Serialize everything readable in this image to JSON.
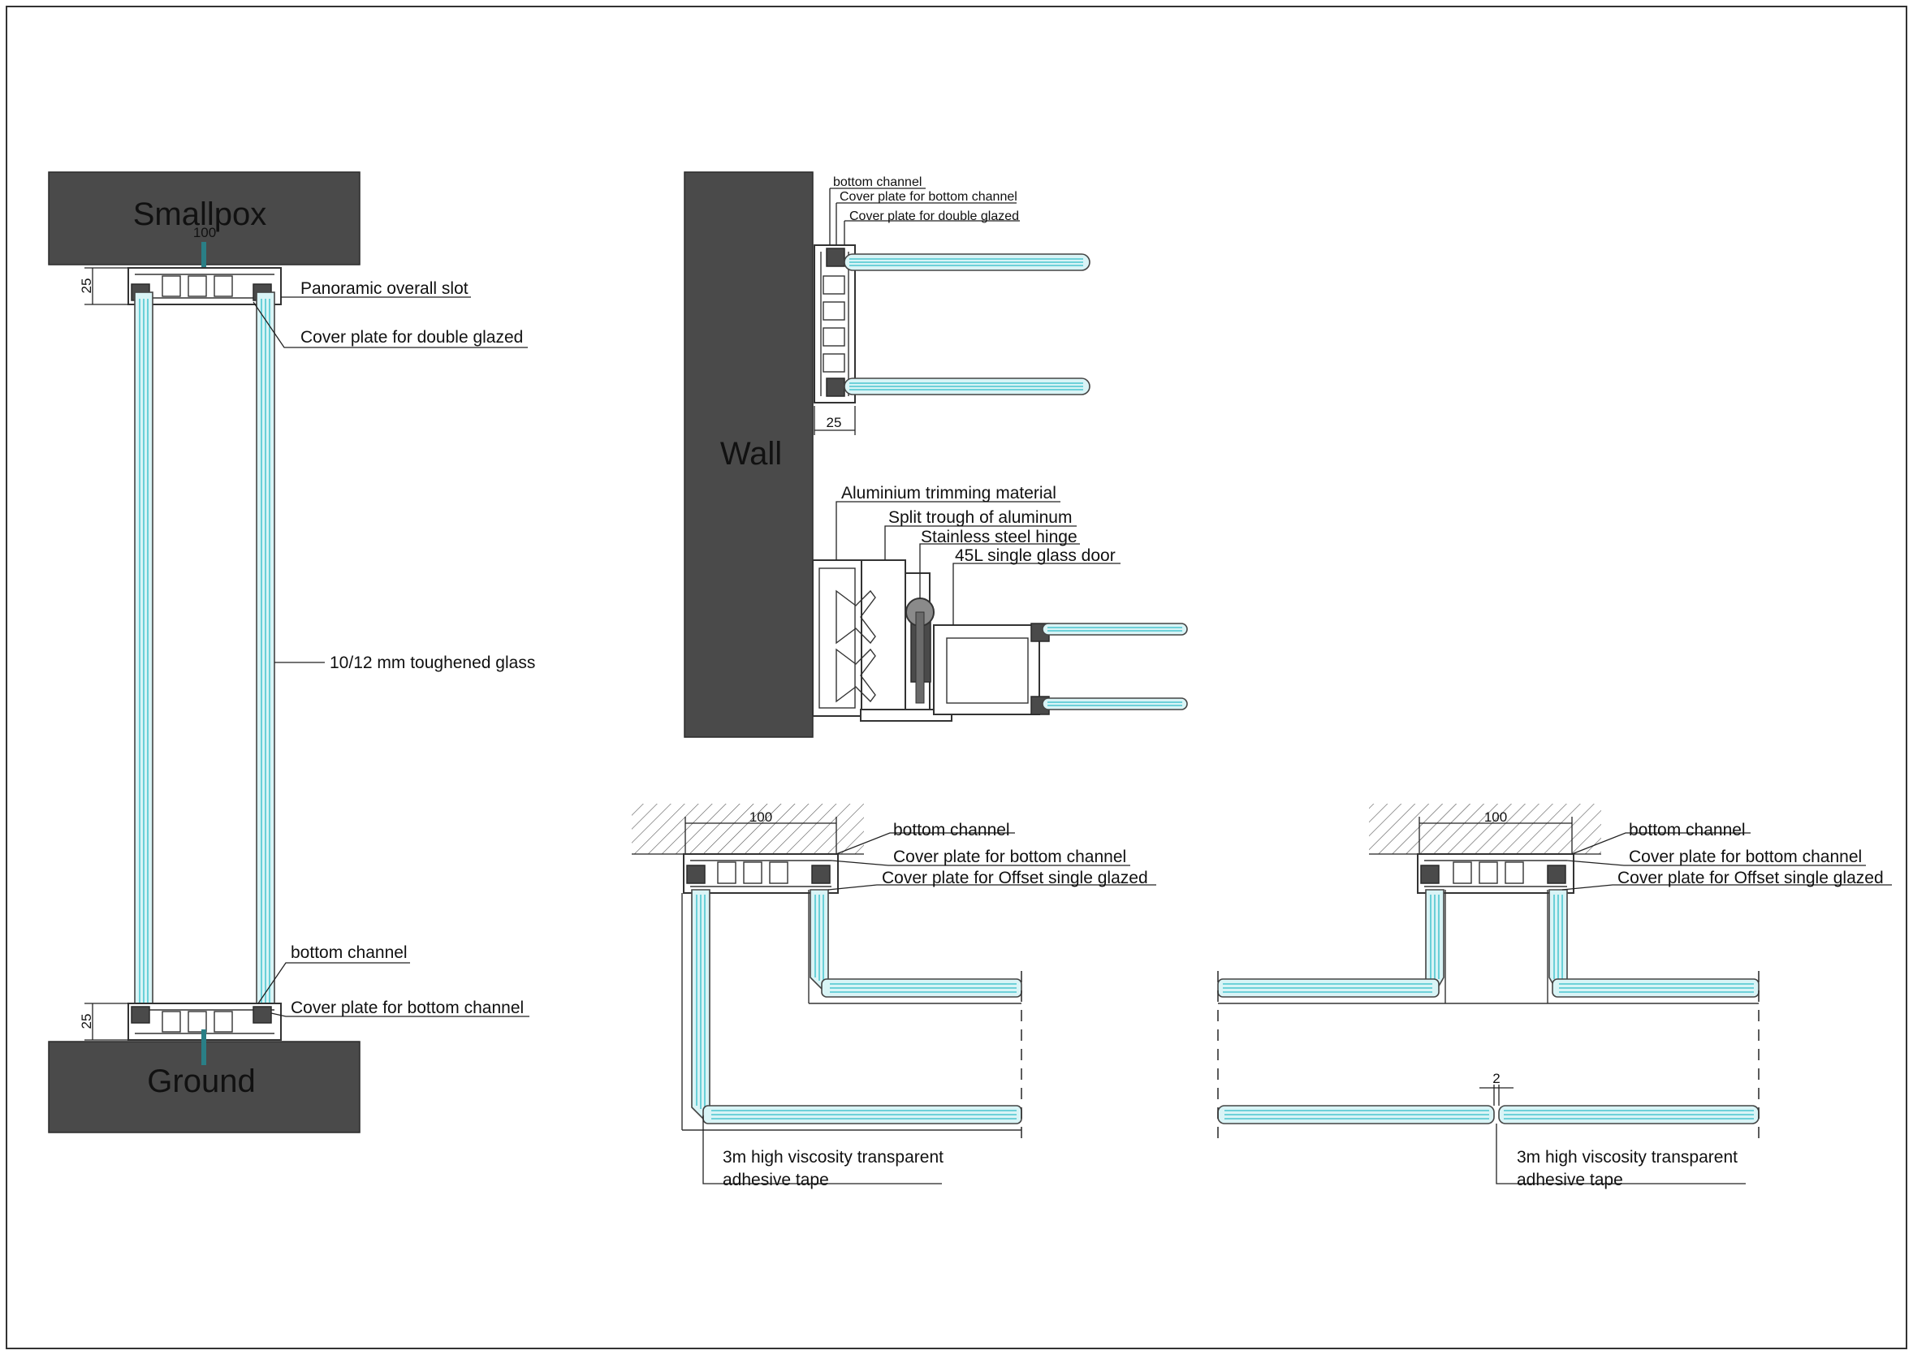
{
  "left_section": {
    "ceiling_label": "Smallpox",
    "floor_label": "Ground",
    "dim_top_width": "100",
    "dim_top_height": "25",
    "dim_bottom_height": "25",
    "callout_slot": "Panoramic overall slot",
    "callout_cover_double": "Cover plate for double glazed",
    "callout_glass": "10/12 mm toughened glass",
    "callout_bottom_channel": "bottom channel",
    "callout_cover_bottom": "Cover plate for bottom channel"
  },
  "wall_section": {
    "wall_label": "Wall",
    "callout_bottom_channel": "bottom channel",
    "callout_cover_bottom": "Cover plate for bottom channel",
    "callout_cover_double": "Cover plate for double glazed",
    "dim_depth": "25",
    "callout_trim": "Aluminium trimming material",
    "callout_split_trough": "Split trough of aluminum",
    "callout_hinge": "Stainless steel hinge",
    "callout_door": "45L single glass door"
  },
  "offset_corner": {
    "dim_width": "100",
    "callout_bottom_channel": "bottom channel",
    "callout_cover_bottom": "Cover plate for bottom channel",
    "callout_cover_offset": "Cover plate for Offset single glazed",
    "callout_tape_line1": "3m high viscosity transparent",
    "callout_tape_line2": "adhesive tape"
  },
  "butt_joint": {
    "dim_width": "100",
    "callout_bottom_channel": "bottom channel",
    "callout_cover_bottom": "Cover plate for bottom channel",
    "callout_cover_offset": "Cover plate for Offset single glazed",
    "dim_gap": "2",
    "callout_tape_line1": "3m high viscosity transparent",
    "callout_tape_line2": "adhesive tape"
  },
  "colors": {
    "glass_fill": "#d9f4f6",
    "glass_line": "#2fbcc8",
    "structure": "#4a4a4a",
    "line": "#222222"
  }
}
